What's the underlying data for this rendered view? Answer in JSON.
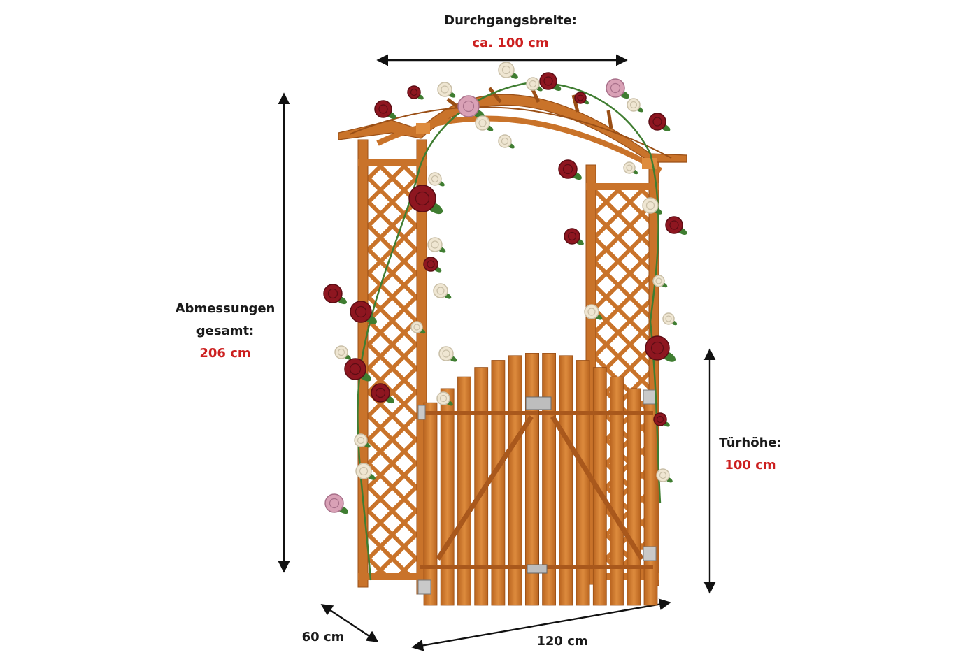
{
  "dimensions": {
    "passage_width": {
      "label": "Durchgangsbreite:",
      "value": "ca. 100 cm"
    },
    "total_height": {
      "label_line1": "Abmessungen",
      "label_line2": "gesamt:",
      "value": "206 cm"
    },
    "door_height": {
      "label": "Türhöhe:",
      "value": "100 cm"
    },
    "depth": {
      "value": "60 cm"
    },
    "width": {
      "value": "120 cm"
    }
  },
  "colors": {
    "wood": "#c9732a",
    "wood_dark": "#9a4f16",
    "wood_light": "#de8c3e",
    "highlight": "#cc1f1f",
    "text": "#1a1a1a",
    "rose_red": "#8e1620",
    "rose_white": "#efe6d2",
    "rose_pink": "#d9a1b6",
    "leaf": "#3f7d31"
  }
}
